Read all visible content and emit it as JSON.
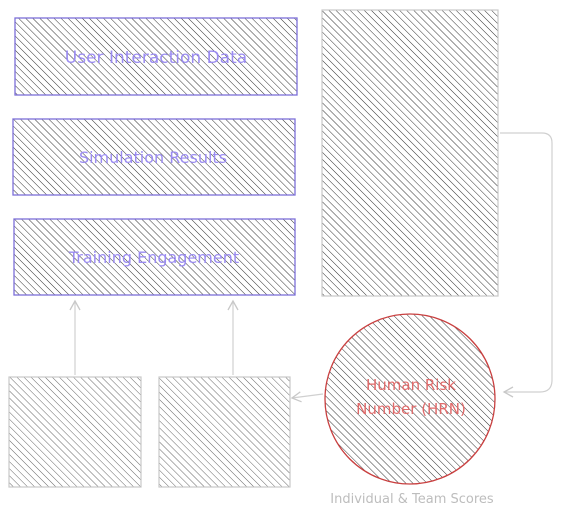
{
  "diagram": {
    "nodes": {
      "user_interaction": {
        "label": "User Interaction Data"
      },
      "simulation": {
        "label": "Simulation Results"
      },
      "training": {
        "label": "Training Engagement"
      },
      "tall_box": {
        "lines": [
          "",
          ""
        ]
      },
      "hrn": {
        "lines": [
          "Human Risk",
          "Number (HRN)"
        ]
      },
      "bottom_left": {
        "lines": [
          "",
          ""
        ]
      },
      "bottom_mid": {
        "lines": [
          "",
          ""
        ]
      }
    },
    "caption": "Individual & Team Scores"
  },
  "colors": {
    "box_stroke": "#7c6fd9",
    "box_text": "#9b8cf2",
    "gray_stroke": "#c8c8c8",
    "hatch": "#333333",
    "hrn_stroke": "#c94040",
    "hrn_text": "#e06a6a",
    "caption_text": "#bdbdbd"
  }
}
